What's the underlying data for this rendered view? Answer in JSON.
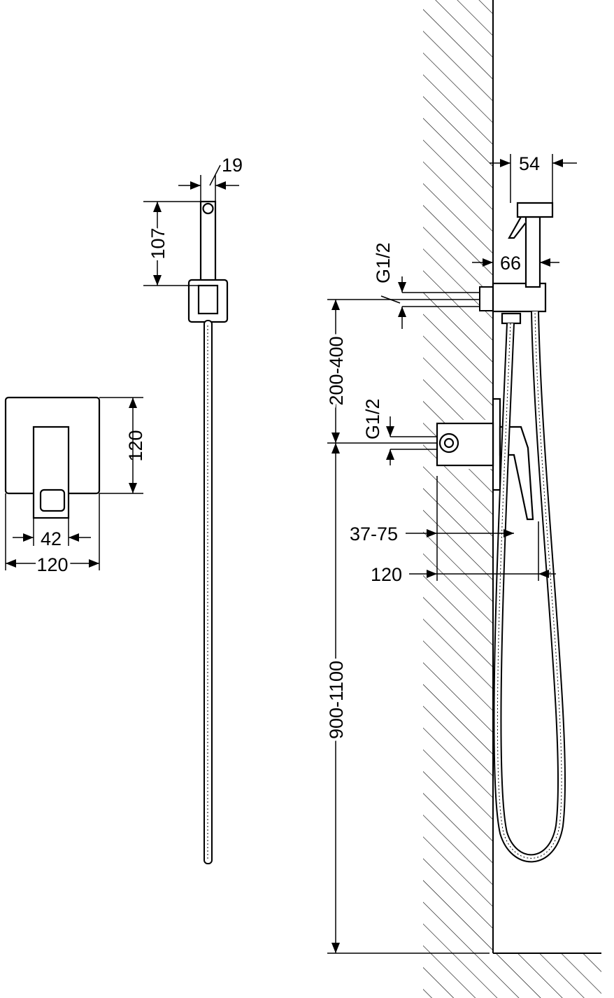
{
  "front_mixer": {
    "height_label": "120",
    "handle_width_label": "42",
    "width_label": "120"
  },
  "hand_shower_front": {
    "head_width_label": "19",
    "head_height_label": "107"
  },
  "side_view": {
    "shower_projection_label": "54",
    "outlet_projection_label": "66",
    "outlet_thread_label": "G1/2",
    "mixer_thread_label": "G1/2",
    "outlet_spacing_label": "200-400",
    "mixer_depth_label": "37-75",
    "mixer_projection_label": "120",
    "mixer_height_label": "900-1100"
  },
  "colors": {
    "line": "#000000",
    "background": "#ffffff"
  }
}
